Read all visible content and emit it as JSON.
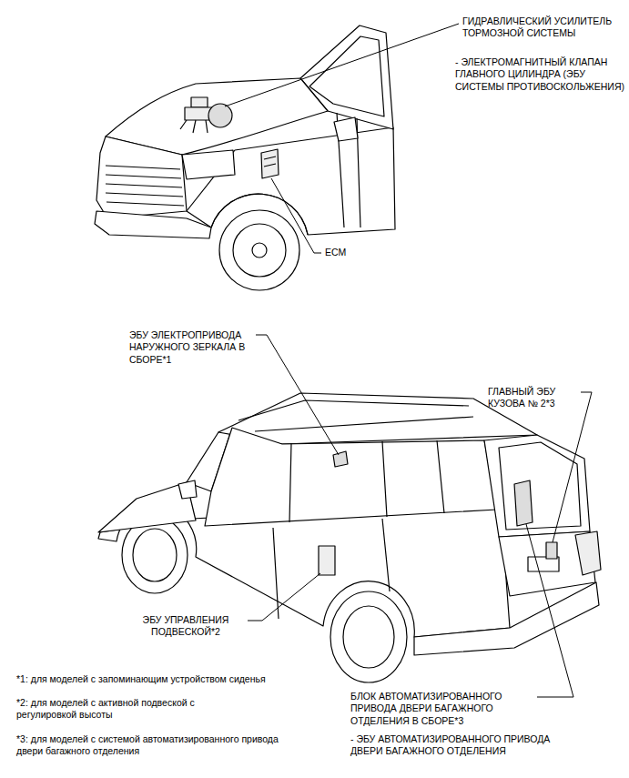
{
  "diagram": {
    "labels": [
      "ГИДРАВЛИЧЕСКИЙ УСИЛИТЕЛЬ ТОРМОЗНОЙ СИСТЕМЫ",
      "- ЭЛЕКТРОМАГНИТНЫЙ КЛАПАН ГЛАВНОГО ЦИЛИНДРА (ЭБУ СИСТЕМЫ ПРОТИВОСКОЛЬЖЕНИЯ)",
      "ECM",
      "ЭБУ ЭЛЕКТРОПРИВОДА НАРУЖНОГО ЗЕРКАЛА В СБОРЕ*1",
      "ГЛАВНЫЙ ЭБУ КУЗОВА № 2*3",
      "ЭБУ УПРАВЛЕНИЯ ПОДВЕСКОЙ*2",
      "БЛОК АВТОМАТИЗИРОВАННОГО ПРИВОДА ДВЕРИ БАГАЖНОГО ОТДЕЛЕНИЯ В СБОРЕ*3",
      "- ЭБУ АВТОМАТИЗИРОВАННОГО ПРИВОДА ДВЕРИ БАГАЖНОГО ОТДЕЛЕНИЯ",
      "*1: для моделей с запоминающим устройством сиденья",
      "*2: для моделей с активной подвеской с регулировкой высоты",
      "*3: для моделей с системой автоматизированного привода двери багажного отделения"
    ]
  }
}
